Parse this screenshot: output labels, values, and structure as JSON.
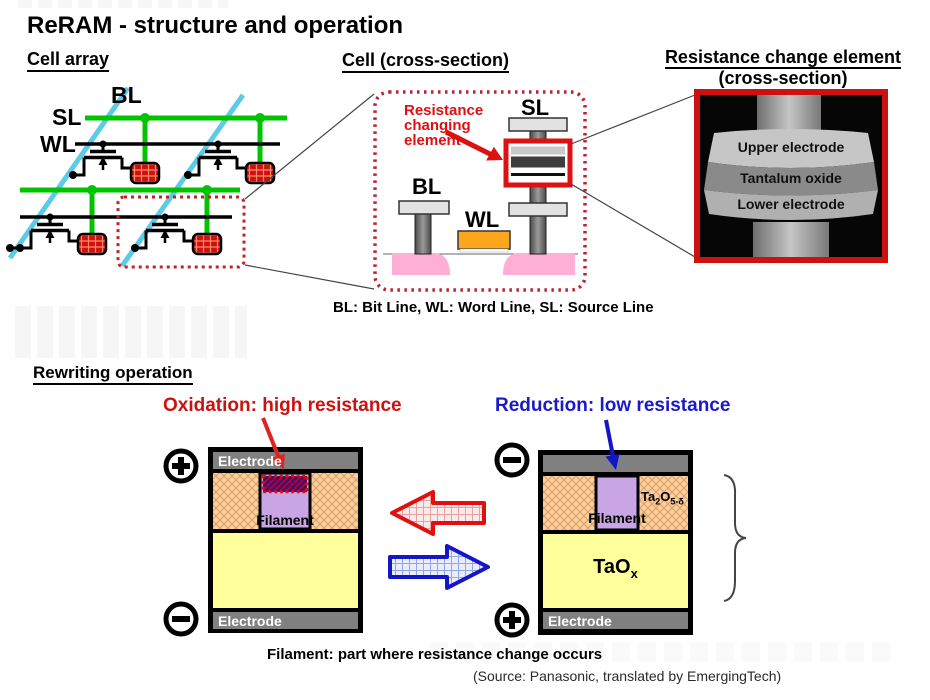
{
  "title": "ReRAM - structure and operation",
  "cell_array": {
    "heading": "Cell array",
    "bl_label": "BL",
    "sl_label": "SL",
    "wl_label": "WL"
  },
  "cell_cross_section": {
    "heading": "Cell (cross-section)",
    "annotation": "Resistance changing element",
    "sl_label": "SL",
    "bl_label": "BL",
    "wl_label": "WL"
  },
  "resistance_element": {
    "heading_line1": "Resistance change element",
    "heading_line2": "(cross-section)",
    "layer_upper": "Upper electrode",
    "layer_middle": "Tantalum oxide",
    "layer_lower": "Lower electrode"
  },
  "legend": "BL: Bit Line, WL: Word Line, SL: Source Line",
  "rewriting": {
    "heading": "Rewriting operation",
    "oxidation_label": "Oxidation: high resistance",
    "reduction_label": "Reduction: low resistance",
    "electrode_label": "Electrode",
    "filament_label": "Filament",
    "ta2o5": {
      "base1": "Ta",
      "sub1": "2",
      "base2": "O",
      "sub2": "5-δ"
    },
    "taox": {
      "base": "TaO",
      "sub": "x"
    },
    "plus_symbol": "+",
    "minus_symbol": "−"
  },
  "footnotes": {
    "filament_note": "Filament: part where resistance change occurs",
    "source": "(Source: Panasonic, translated by EmergingTech)"
  },
  "colors": {
    "accent_red": "#DD1111",
    "accent_blue": "#1A1AC8",
    "source_line_green": "#00C400",
    "bit_line_cyan": "#5BCBE8",
    "word_line_orange": "#FFA61C",
    "doped_pink": "#FFAED6",
    "tantalum_oxide_tan": "#F6D0A2",
    "filament_purple": "#C9A5E6",
    "taox_yellow": "#FFFF9C",
    "electrode_gray": "#808080"
  }
}
